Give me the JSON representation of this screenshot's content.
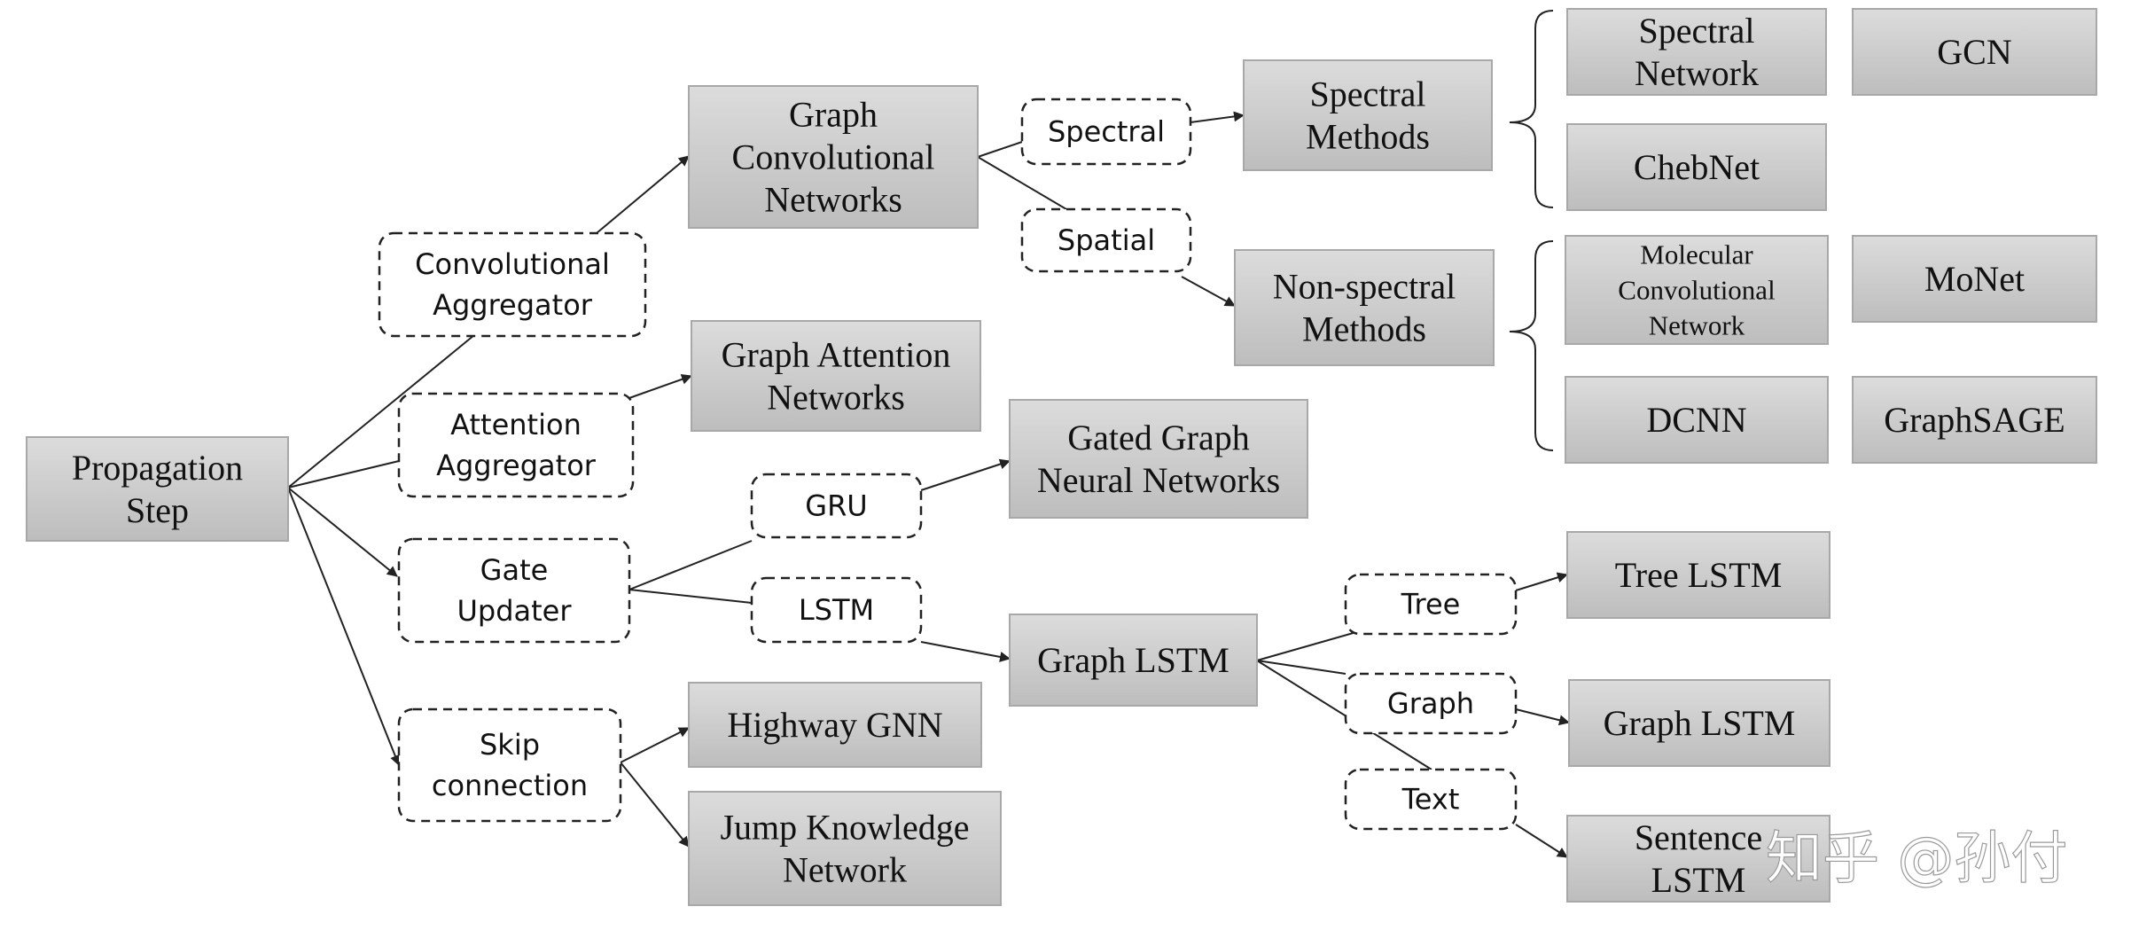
{
  "root": {
    "lines": [
      "Propagation",
      "Step"
    ]
  },
  "aggregators": {
    "convolutional": [
      "Convolutional",
      "Aggregator"
    ],
    "attention": [
      "Attention",
      "Aggregator"
    ],
    "gate": [
      "Gate",
      "Updater"
    ],
    "skip": [
      "Skip",
      "connection"
    ]
  },
  "models": {
    "gcn_family": [
      "Graph",
      "Convolutional",
      "Networks"
    ],
    "gat": [
      "Graph Attention",
      "Networks"
    ],
    "ggnn": [
      "Gated Graph",
      "Neural Networks"
    ],
    "graph_lstm": [
      "Graph LSTM"
    ],
    "highway": [
      "Highway GNN"
    ],
    "jump": [
      "Jump Knowledge",
      "Network"
    ]
  },
  "edge_labels": {
    "spectral": "Spectral",
    "spatial": "Spatial",
    "gru": "GRU",
    "lstm": "LSTM",
    "tree": "Tree",
    "graph": "Graph",
    "text": "Text"
  },
  "methods": {
    "spectral": [
      "Spectral",
      "Methods"
    ],
    "non_spectral": [
      "Non-spectral",
      "Methods"
    ]
  },
  "leaves": {
    "spectral_network": [
      "Spectral",
      "Network"
    ],
    "gcn": [
      "GCN"
    ],
    "chebnet": [
      "ChebNet"
    ],
    "molecular": [
      "Molecular",
      "Convolutional",
      "Network"
    ],
    "monet": [
      "MoNet"
    ],
    "dcnn": [
      "DCNN"
    ],
    "graphsage": [
      "GraphSAGE"
    ],
    "tree_lstm": [
      "Tree LSTM"
    ],
    "graph_lstm_leaf": [
      "Graph LSTM"
    ],
    "sentence_lstm": [
      "Sentence",
      "LSTM"
    ]
  },
  "watermark": "知乎 @孙付",
  "colors": {
    "box_fill": "#c9c9c9",
    "box_stroke": "#a8a8a8",
    "line": "#222222"
  }
}
